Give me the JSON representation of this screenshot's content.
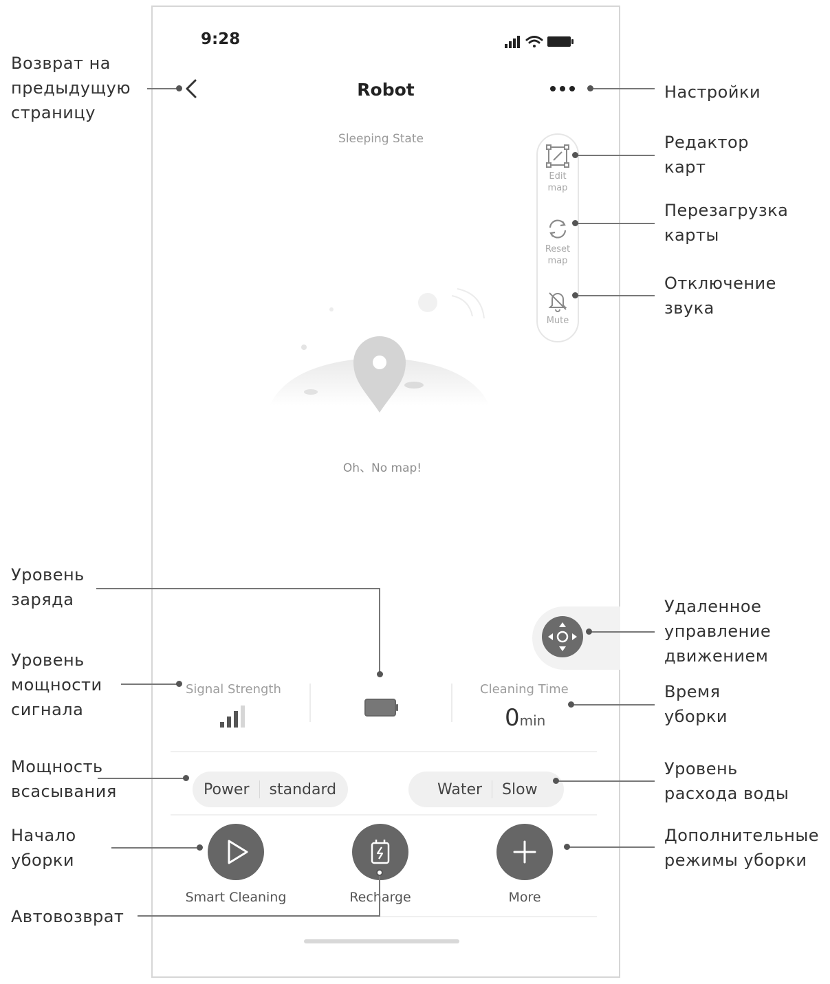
{
  "status_bar": {
    "time": "9:28"
  },
  "header": {
    "title": "Robot"
  },
  "state_text": "Sleeping State",
  "tools": [
    {
      "label": "Edit map",
      "icon": "edit-map-icon"
    },
    {
      "label": "Reset map",
      "icon": "reset-map-icon"
    },
    {
      "label": "Mute",
      "icon": "mute-bell-icon"
    }
  ],
  "map": {
    "empty_text": "Oh、No map!"
  },
  "stats": {
    "signal_label": "Signal Strength",
    "signal_level": 3,
    "signal_max": 4,
    "cleaning_time_label": "Cleaning Time",
    "cleaning_time_value": "0",
    "cleaning_time_unit": "min"
  },
  "modes": {
    "power_label": "Power",
    "power_value": "standard",
    "water_label": "Water",
    "water_value": "Slow"
  },
  "actions": {
    "smart_cleaning": "Smart Cleaning",
    "recharge": "Recharge",
    "more": "More"
  },
  "annotations": {
    "back": "Возврат на предыдущую страницу",
    "settings": "Настройки",
    "map_editor": "Редактор карт",
    "map_reset": "Перезагрузка карты",
    "mute": "Отключение звука",
    "battery_level": "Уровень заряда",
    "remote_control": "Удаленное управление движением",
    "signal_level": "Уровень мощности сигнала",
    "cleaning_time": "Время уборки",
    "suction_power": "Мощность всасывания",
    "water_level": "Уровень расхода воды",
    "start_cleaning": "Начало уборки",
    "extra_modes": "Дополнительные режимы уборки",
    "auto_return": "Автовозврат"
  },
  "colors": {
    "button_fill": "#666666",
    "chip_bg": "#f0f0f0",
    "frame": "#d6d6d6"
  }
}
